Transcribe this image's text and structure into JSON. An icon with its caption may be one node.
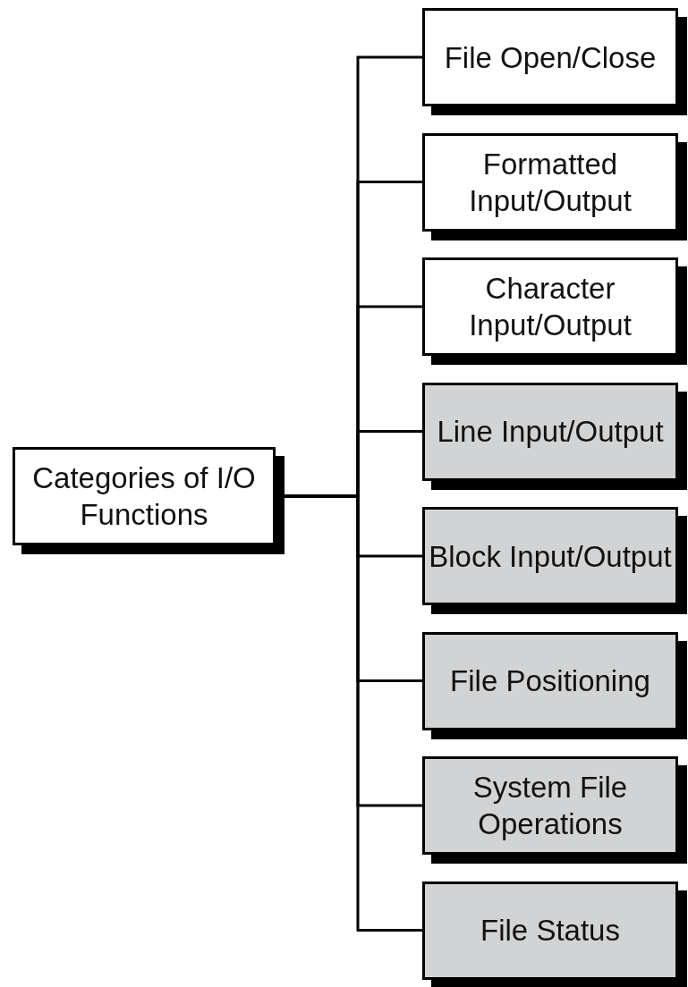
{
  "diagram": {
    "nodes": [
      {
        "text": [
          "Categories of I/O Functions"
        ]
      },
      {
        "text": [
          "File Open/Close"
        ]
      },
      {
        "text": [
          "Formatted Input/Output"
        ]
      },
      {
        "text": [
          "Character Input/Output"
        ]
      },
      {
        "text": [
          "Line Input/Output"
        ]
      },
      {
        "text": [
          "Block Input/Output"
        ]
      },
      {
        "text": [
          "File Positioning"
        ]
      },
      {
        "text": [
          "System File Operations"
        ]
      },
      {
        "text": [
          "File Status"
        ]
      }
    ],
    "edges": [
      {
        "from": 0,
        "to": 1,
        "arrow": "none"
      },
      {
        "from": 0,
        "to": 2,
        "arrow": "none"
      },
      {
        "from": 0,
        "to": 3,
        "arrow": "none"
      },
      {
        "from": 0,
        "to": 4,
        "arrow": "none"
      },
      {
        "from": 0,
        "to": 5,
        "arrow": "none"
      },
      {
        "from": 0,
        "to": 6,
        "arrow": "none"
      },
      {
        "from": 0,
        "to": 7,
        "arrow": "none"
      },
      {
        "from": 0,
        "to": 8,
        "arrow": "none"
      }
    ]
  }
}
